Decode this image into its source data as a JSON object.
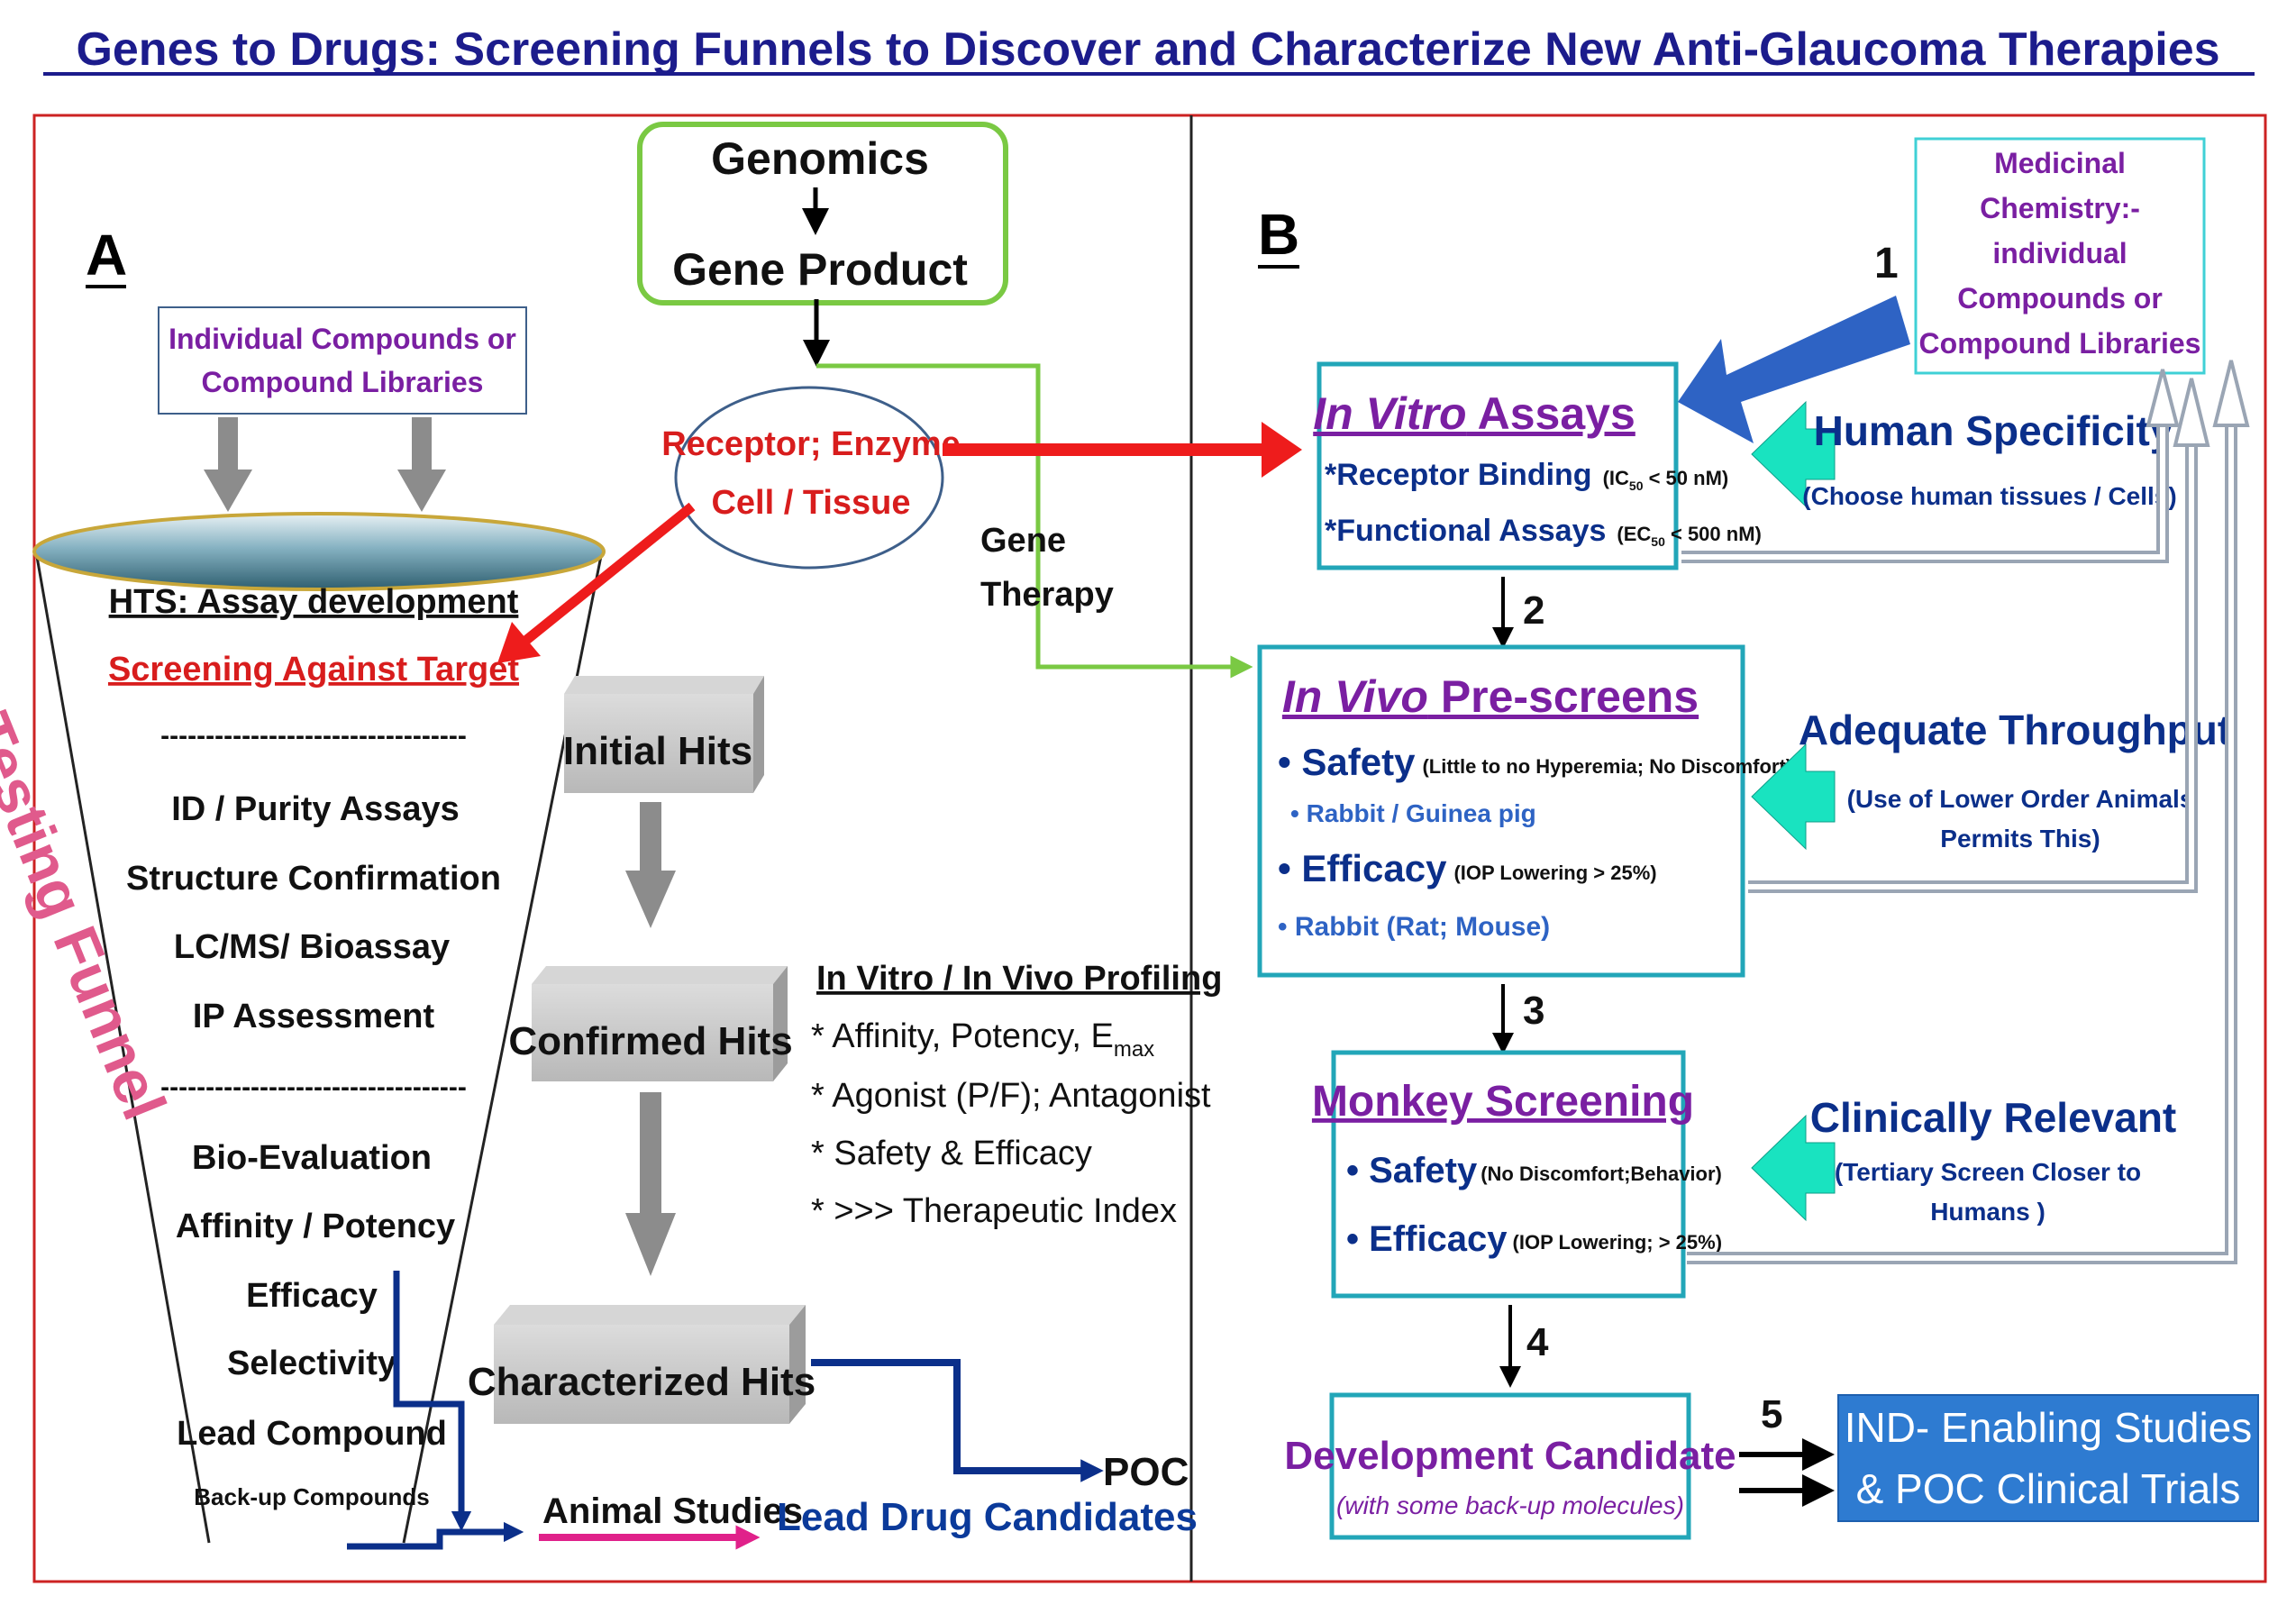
{
  "title": "Genes to Drugs:  Screening Funnels to Discover and Characterize New Anti-Glaucoma Therapies",
  "colors": {
    "title": "#1c1c8c",
    "frame": "#cc2222",
    "teal": "#22a6b8",
    "green": "#7ac943",
    "red": "#ee1c1c",
    "navy": "#0b2f8a",
    "purple": "#7a1fa2",
    "magenta": "#e0218a",
    "aqua": "#19e3c0",
    "grey": "#8c8c8c",
    "ind_fill": "#2e7bd1"
  },
  "panel_a": {
    "label": "A",
    "libraries": [
      "Individual Compounds or",
      "Compound Libraries"
    ],
    "funnel_side_label": "A Testing Funnel",
    "funnel_items": {
      "hts": "HTS: Assay development",
      "screening": "Screening  Against Target",
      "divider1": "----------------------------------",
      "id_purity": "ID / Purity Assays",
      "structure": "Structure Confirmation",
      "lcms": "LC/MS/ Bioassay",
      "ip": "IP Assessment",
      "divider2": "----------------------------------",
      "bio_eval": "Bio-Evaluation",
      "affinity": "Affinity / Potency",
      "efficacy": "Efficacy",
      "selectivity": "Selectivity",
      "lead_compound": "Lead Compound",
      "backup": "Back-up Compounds"
    },
    "genomics": "Genomics",
    "gene_product": "Gene Product",
    "receptor": [
      "Receptor; Enzyme",
      "Cell / Tissue"
    ],
    "gene_therapy": [
      "Gene",
      "Therapy"
    ],
    "hits": {
      "initial": "Initial Hits",
      "confirmed": "Confirmed Hits",
      "characterized": "Characterized Hits"
    },
    "profiling": {
      "heading": "In Vitro / In Vivo Profiling",
      "affinity_prefix": "* Affinity, Potency, E",
      "affinity_sub": "max",
      "agonist": "* Agonist (P/F); Antagonist",
      "safety": "* Safety & Efficacy",
      "index": "* >>> Therapeutic Index"
    },
    "animal_studies": "Animal Studies",
    "lead_drug_candidates": "Lead Drug Candidates",
    "poc": "POC"
  },
  "panel_b": {
    "label": "B",
    "med_chem": [
      "Medicinal",
      "Chemistry:-",
      "individual",
      "Compounds or",
      "Compound Libraries"
    ],
    "steps": {
      "s1": "1",
      "s2": "2",
      "s3": "3",
      "s4": "4",
      "s5": "5"
    },
    "in_vitro": {
      "title_italic": "In Vitro",
      "title_rest": " Assays",
      "receptor_binding": "*Receptor  Binding",
      "receptor_binding_cond": "(IC",
      "rb_sub": "50",
      "rb_tail": " < 50 nM)",
      "functional": "*Functional  Assays",
      "functional_cond": "(EC",
      "fa_sub": "50",
      "fa_tail": " < 500 nM)"
    },
    "in_vivo": {
      "title_italic": "In Vivo",
      "title_rest": " Pre-screens",
      "safety": "Safety",
      "safety_cond": "(Little to no Hyperemia; No Discomfort)",
      "safety_species": "• Rabbit / Guinea pig",
      "efficacy": "Efficacy",
      "efficacy_cond": "(IOP Lowering > 25%)",
      "efficacy_species": "Rabbit (Rat; Mouse)"
    },
    "monkey": {
      "title": "Monkey Screening",
      "safety": "Safety",
      "safety_cond": "(No Discomfort;Behavior)",
      "efficacy": "Efficacy",
      "efficacy_cond": "(IOP Lowering; > 25%)"
    },
    "dev_candidate": {
      "title": "Development Candidate",
      "subtitle": "(with some back-up molecules)"
    },
    "ind": [
      "IND- Enabling Studies",
      "& POC Clinical Trials"
    ],
    "human_specificity": {
      "title": "Human Specificity",
      "subtitle": "(Choose human tissues / Cells)"
    },
    "adequate_throughput": {
      "title": "Adequate Throughput",
      "subtitle": [
        "(Use of Lower Order Animals",
        "Permits This)"
      ]
    },
    "clinically_relevant": {
      "title": "Clinically Relevant",
      "subtitle": [
        "(Tertiary Screen Closer to",
        "Humans )"
      ]
    }
  }
}
